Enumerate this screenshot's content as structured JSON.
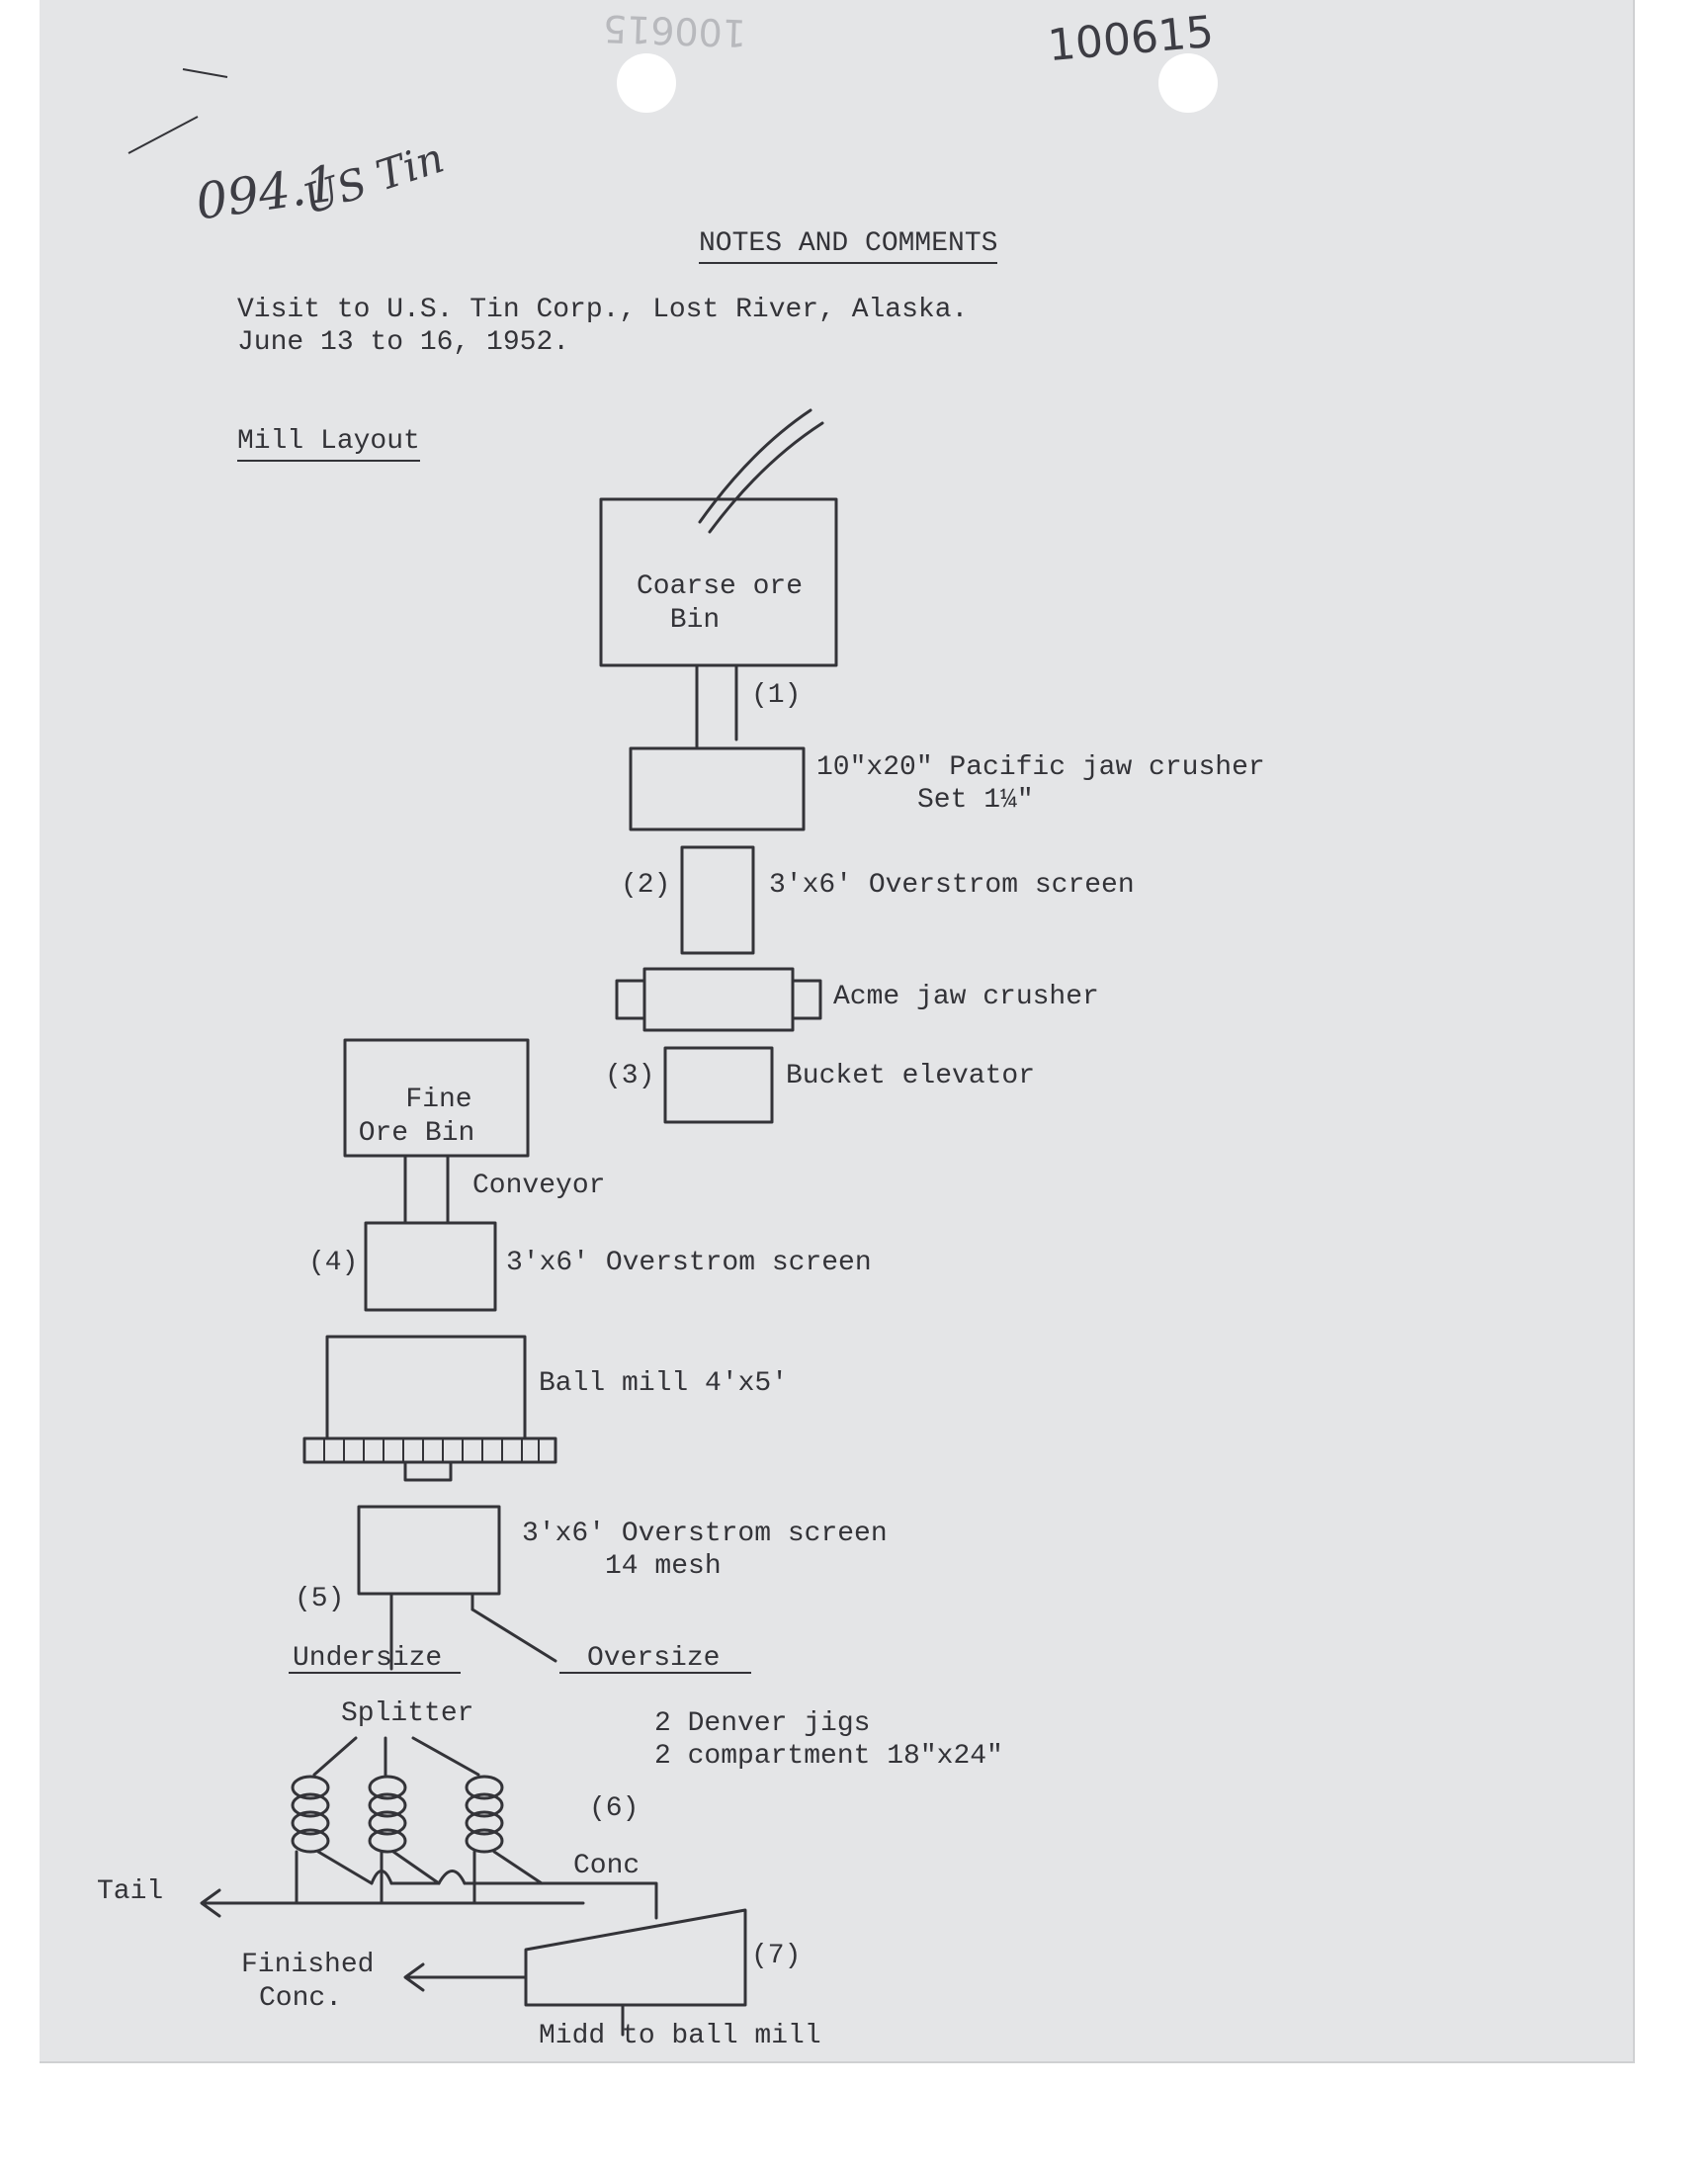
{
  "handwritten": {
    "file_number": "094.1",
    "subject": "US Tin",
    "stamp_number": "100615",
    "faint_number": "100615"
  },
  "header": {
    "title": "NOTES AND COMMENTS",
    "visit_line1": "Visit to U.S. Tin Corp., Lost River, Alaska.",
    "visit_line2": "June 13 to 16, 1952."
  },
  "section": {
    "heading": "Mill Layout"
  },
  "diagram": {
    "coarse_ore_bin_line1": "Coarse ore",
    "coarse_ore_bin_line2": "Bin",
    "step1": "(1)",
    "jaw_crusher_line1": "10\"x20\" Pacific jaw crusher",
    "jaw_crusher_line2": "Set 1¼\"",
    "step2": "(2)",
    "screen1": "3'x6' Overstrom screen",
    "acme_crusher": "Acme jaw crusher",
    "step3": "(3)",
    "bucket_elevator": "Bucket elevator",
    "fine_ore_bin_line1": "Fine",
    "fine_ore_bin_line2": "Ore Bin",
    "conveyor": "Conveyor",
    "step4": "(4)",
    "screen2": "3'x6' Overstrom screen",
    "ball_mill": "Ball mill 4'x5'",
    "screen3_line1": "3'x6' Overstrom screen",
    "screen3_line2": "14 mesh",
    "step5": "(5)",
    "undersize": "Undersize",
    "oversize": "Oversize",
    "splitter": "Splitter",
    "jigs_line1": "2 Denver jigs",
    "jigs_line2": "2 compartment 18\"x24\"",
    "step6": "(6)",
    "conc": "Conc",
    "tail": "Tail",
    "step7": "(7)",
    "finished_line1": "Finished",
    "finished_line2": "Conc.",
    "midd": "Midd to ball mill"
  }
}
